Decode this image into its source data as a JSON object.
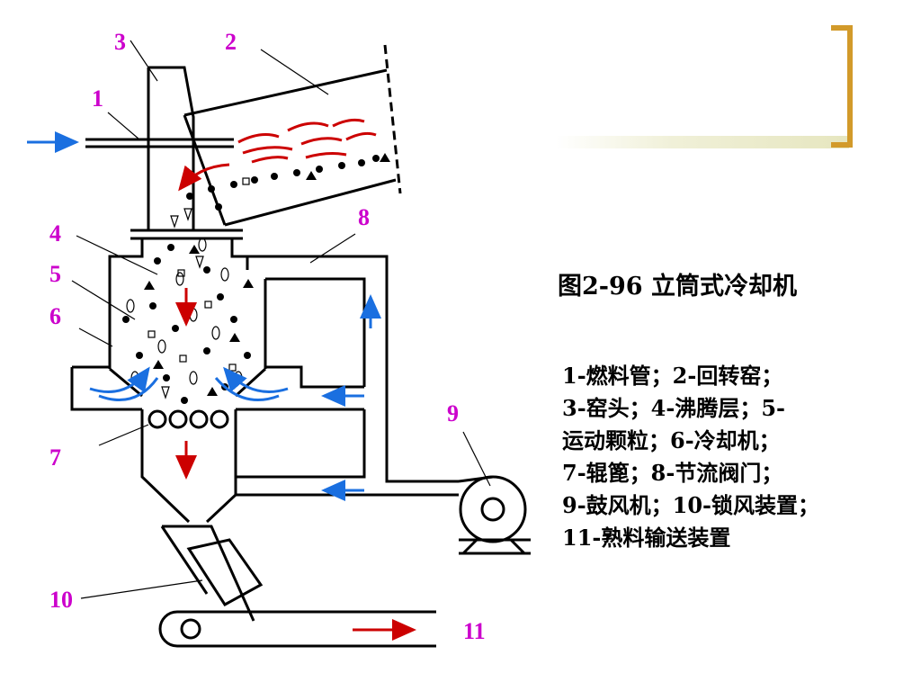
{
  "caption": "图2-96   立筒式冷却机",
  "legend_lines": [
    "1-燃料管；2-回转窑；",
    "3-窑头；4-沸腾层；5-",
    "运动颗粒；6-冷却机；",
    "7-辊篦；8-节流阀门；",
    "9-鼓风机；10-锁风装置；",
    "11-熟料输送装置"
  ],
  "part_numbers": [
    "1",
    "2",
    "3",
    "4",
    "5",
    "6",
    "7",
    "8",
    "9",
    "10",
    "11"
  ],
  "colors": {
    "label": "#cc00cc",
    "air_arrow": "#1a6fe0",
    "flow_arrow": "#cc0000",
    "accent": "#d29a2a",
    "line": "#000000"
  }
}
